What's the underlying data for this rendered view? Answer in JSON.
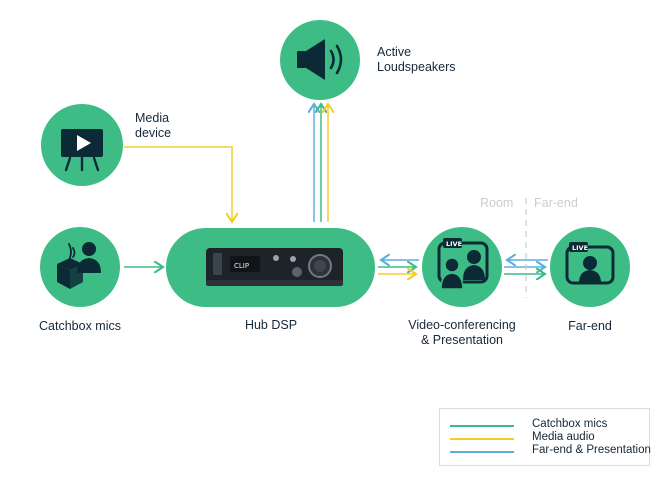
{
  "colors": {
    "node_green": "#3dbd85",
    "icon_dark": "#0c2a36",
    "catchbox_line": "#3dbd85",
    "media_line": "#f5cd2a",
    "farend_line": "#5ab0dd"
  },
  "nodes": {
    "speakers": {
      "label_line1": "Active",
      "label_line2": "Loudspeakers",
      "icon": "speaker-icon"
    },
    "media": {
      "label_line1": "Media",
      "label_line2": "device",
      "icon": "projector-icon"
    },
    "catchbox": {
      "label": "Catchbox mics",
      "icon": "catchbox-mic-icon"
    },
    "hub": {
      "label": "Hub DSP",
      "icon": "hub-device-icon",
      "screen_text": "CLIP"
    },
    "video": {
      "label_line1": "Video-conferencing",
      "label_line2": "& Presentation",
      "icon": "live-monitor-icon",
      "badge": "LIVE"
    },
    "farend": {
      "label": "Far-end",
      "icon": "live-monitor-icon",
      "badge": "LIVE"
    }
  },
  "zones": {
    "room": "Room",
    "farend": "Far-end"
  },
  "legend": [
    {
      "label": "Catchbox mics",
      "color": "#3dbd85"
    },
    {
      "label": "Media audio",
      "color": "#f5cd2a"
    },
    {
      "label": "Far-end & Presentation",
      "color": "#5ab0dd"
    }
  ]
}
